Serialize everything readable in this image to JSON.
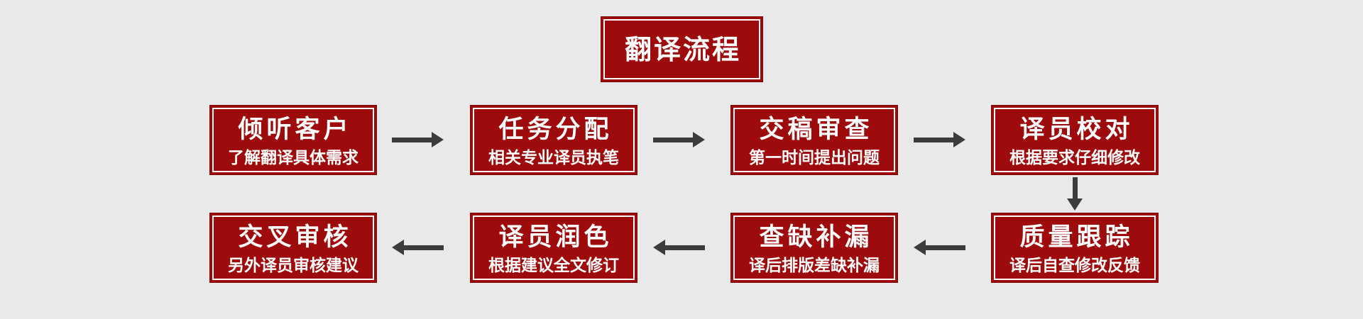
{
  "page": {
    "background_color": "#e9e9e9"
  },
  "colors": {
    "box_fill": "#9e0b0c",
    "box_edge": "#7e0909",
    "inner_border": "#ffffff",
    "text": "#ffffff",
    "arrow": "#3c3c3c"
  },
  "header": {
    "title": "翻译流程"
  },
  "flow": {
    "top_row": [
      {
        "title": "倾听客户",
        "subtitle": "了解翻译具体需求"
      },
      {
        "title": "任务分配",
        "subtitle": "相关专业译员执笔"
      },
      {
        "title": "交稿审查",
        "subtitle": "第一时间提出问题"
      },
      {
        "title": "译员校对",
        "subtitle": "根据要求仔细修改"
      }
    ],
    "bottom_row": [
      {
        "title": "交叉审核",
        "subtitle": "另外译员审核建议"
      },
      {
        "title": "译员润色",
        "subtitle": "根据建议全文修订"
      },
      {
        "title": "查缺补漏",
        "subtitle": "译后排版差缺补漏"
      },
      {
        "title": "质量跟踪",
        "subtitle": "译后自查修改反馈"
      }
    ],
    "arrows": {
      "top_row_direction": "right",
      "bottom_row_direction": "left",
      "connector": "down from 译员校对 to 质量跟踪"
    }
  }
}
